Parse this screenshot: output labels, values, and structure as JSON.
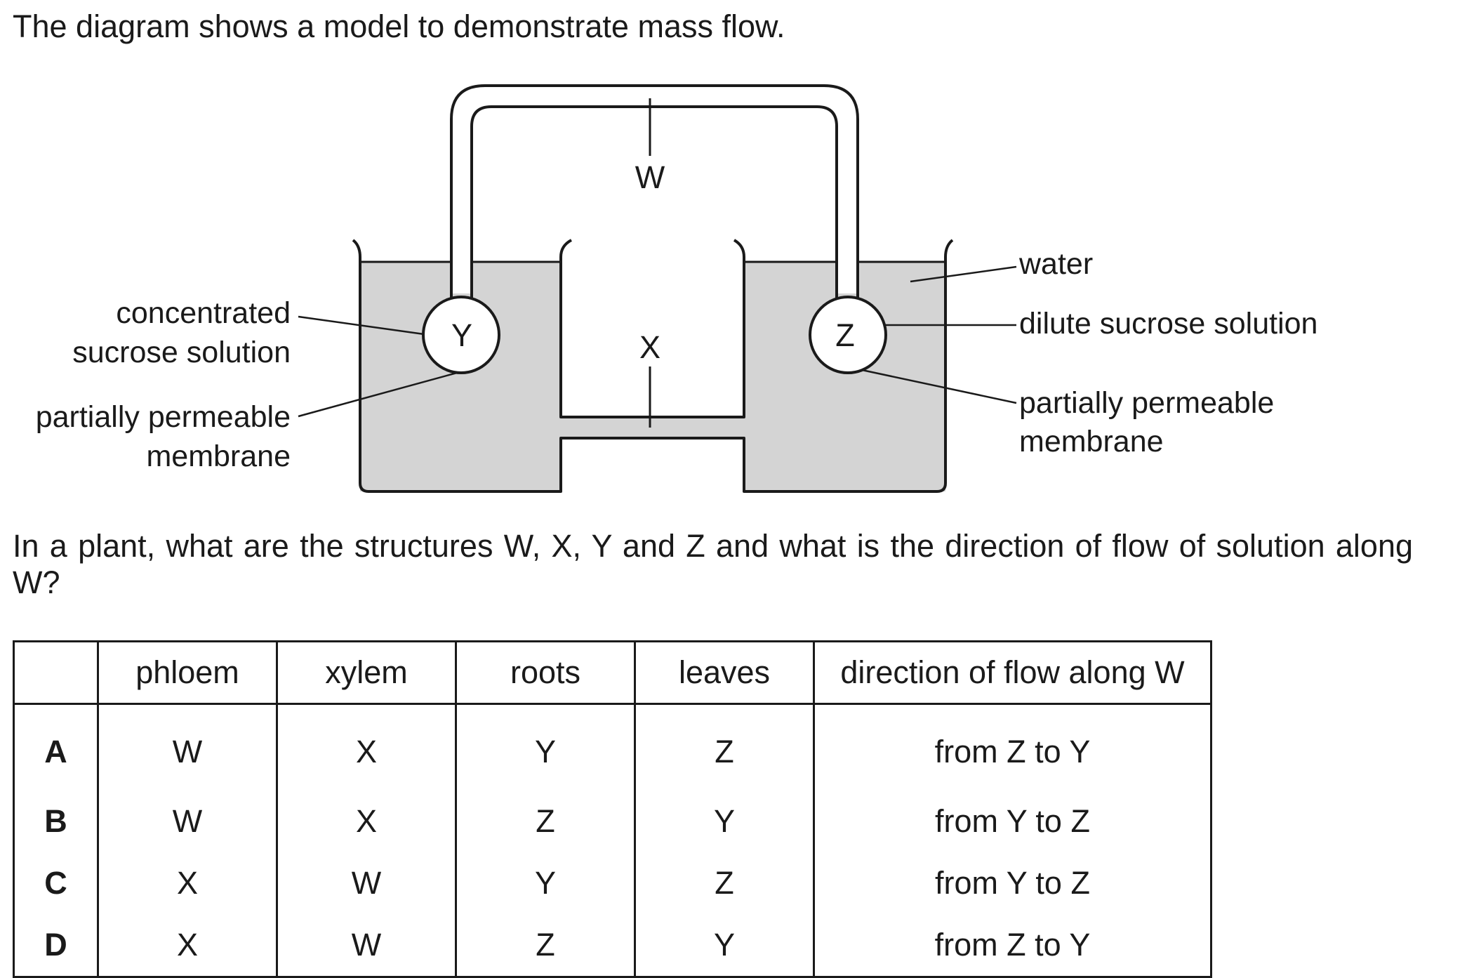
{
  "intro": "The diagram shows a model to demonstrate mass flow.",
  "diagram": {
    "labels": {
      "W": "W",
      "X": "X",
      "Y": "Y",
      "Z": "Z",
      "conc_line1": "concentrated",
      "conc_line2": "sucrose solution",
      "ppm_left_line1": "partially permeable",
      "ppm_left_line2": "membrane",
      "water": "water",
      "dilute": "dilute sucrose solution",
      "ppm_right_line1": "partially permeable",
      "ppm_right_line2": "membrane"
    }
  },
  "question": "In a plant, what are the structures W, X, Y and Z and what is the direction of flow of solution along W?",
  "table": {
    "headers": [
      "",
      "phloem",
      "xylem",
      "roots",
      "leaves",
      "direction of flow along W"
    ],
    "rows": [
      [
        "A",
        "W",
        "X",
        "Y",
        "Z",
        "from Z to Y"
      ],
      [
        "B",
        "W",
        "X",
        "Z",
        "Y",
        "from Y to Z"
      ],
      [
        "C",
        "X",
        "W",
        "Y",
        "Z",
        "from Y to Z"
      ],
      [
        "D",
        "X",
        "W",
        "Z",
        "Y",
        "from Z to Y"
      ]
    ]
  }
}
